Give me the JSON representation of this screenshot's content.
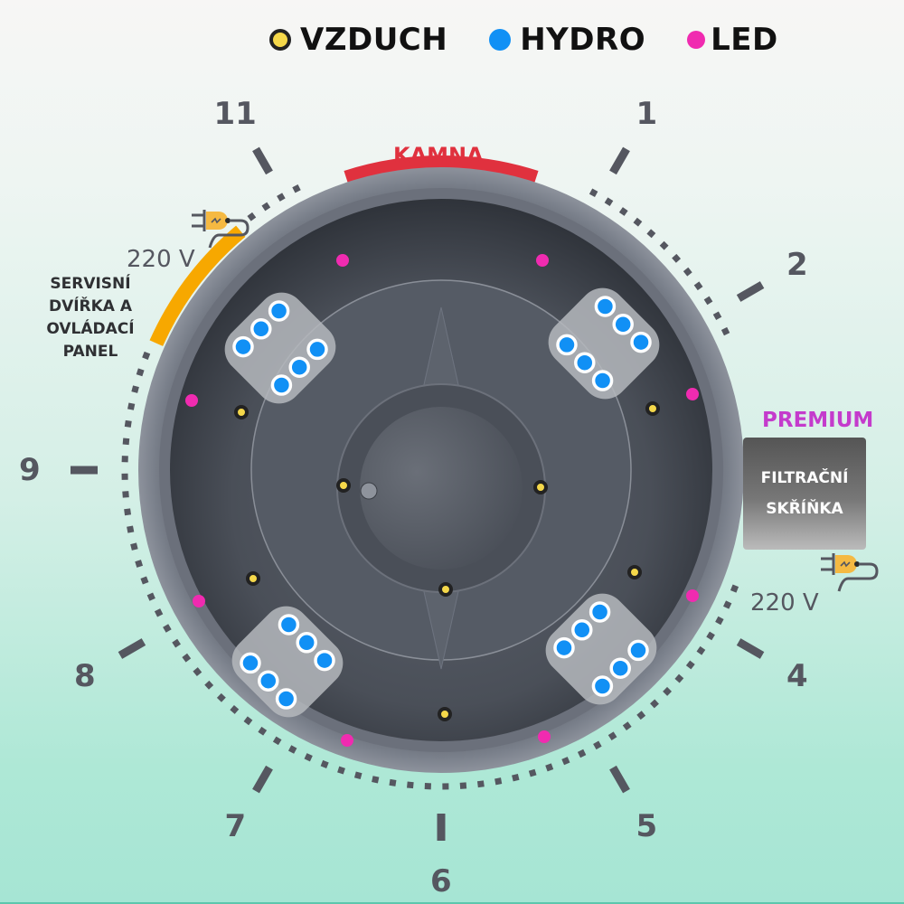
{
  "legend": [
    {
      "label": "VZDUCH",
      "icon": "air-jet-dot",
      "color": "#f5d84a",
      "ring": "#222222"
    },
    {
      "label": "HYDRO",
      "icon": "hydro-jet-dot",
      "color": "#1190f5",
      "ring": "#ffffff"
    },
    {
      "label": "LED",
      "icon": "led-dot",
      "color": "#f02bb0",
      "ring": ""
    }
  ],
  "clock_positions": [
    "1",
    "2",
    "4",
    "5",
    "6",
    "7",
    "8",
    "9",
    "11"
  ],
  "labels": {
    "kamna": "KAMNA",
    "premium": "PREMIUM",
    "filter_box": [
      "FILTRAČNÍ",
      "SKŘÍŇKA"
    ],
    "service_panel": [
      "SERVISNÍ",
      "DVÍŘKA A",
      "OVLÁDACÍ",
      "PANEL"
    ],
    "voltage_left": "220 V",
    "voltage_right": "220 V"
  },
  "colors": {
    "kamna": "#e0313e",
    "service_panel": "#f7a800",
    "tub_outer": "#6b707b",
    "tub_inner": "#4c515b",
    "seat": "#b5b8bd",
    "tick": "#555760",
    "plug": "#f5b942"
  },
  "equipment": {
    "hydro_seats": 4,
    "hydro_jets_per_seat": 6,
    "air_jets": 8,
    "led_lights": 8
  }
}
